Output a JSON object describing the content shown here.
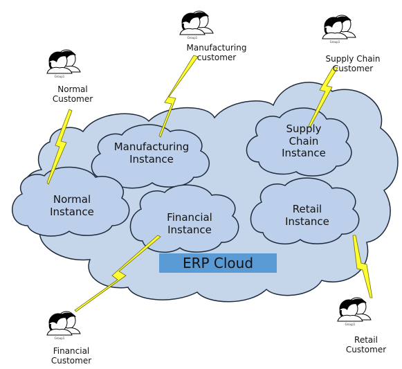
{
  "cloud": {
    "label": "ERP Cloud"
  },
  "instances": [
    {
      "id": "manufacturing",
      "line1": "Manufacturing",
      "line2": "Instance"
    },
    {
      "id": "supply-chain",
      "line1": "Supply",
      "line2": "Chain",
      "line3": "Instance"
    },
    {
      "id": "normal",
      "line1": "Normal",
      "line2": "Instance"
    },
    {
      "id": "financial",
      "line1": "Financial",
      "line2": "Instance"
    },
    {
      "id": "retail",
      "line1": "Retail",
      "line2": "Instance"
    }
  ],
  "customers": [
    {
      "id": "manufacturing",
      "line1": "Manufacturing",
      "line2": "customer",
      "tag": "Group1"
    },
    {
      "id": "supply-chain",
      "line1": "Supply Chain",
      "line2": "Customer",
      "tag": "Group1"
    },
    {
      "id": "normal",
      "line1": "Normal",
      "line2": "Customer",
      "tag": "Group1"
    },
    {
      "id": "financial",
      "line1": "Financial",
      "line2": "Customer",
      "tag": "Group1"
    },
    {
      "id": "retail",
      "line1": "Retail",
      "line2": "Customer",
      "tag": "Group1"
    }
  ],
  "colors": {
    "cloud_fill": "#c5d5ea",
    "cloud_stroke": "#1f2a3a",
    "instance_fill": "#bdd0eb",
    "label_bg": "#5b9bd5",
    "bolt_fill": "#ffff33",
    "bolt_stroke": "#6b6b00"
  }
}
